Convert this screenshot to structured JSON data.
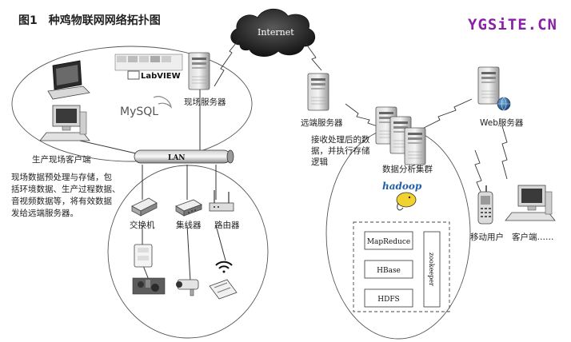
{
  "figure": {
    "title": "图1　种鸡物联网网络拓扑图"
  },
  "watermark": "YGSiTE.CN",
  "cloud": {
    "label": "Internet"
  },
  "site_server": {
    "label": "现场服务器",
    "logos": [
      "LabVIEW",
      "MySQL"
    ]
  },
  "client": {
    "label": "生产现场客户端",
    "description": [
      "现场数据预处理与存储，包",
      "括环境数据、生产过程数据、",
      "音视频数据等，将有效数据",
      "发给远端服务器。"
    ]
  },
  "lan": {
    "label": "LAN"
  },
  "devices": [
    {
      "label": "交换机"
    },
    {
      "label": "集线器"
    },
    {
      "label": "路由器"
    }
  ],
  "remote_server": {
    "label": "远端服务器",
    "description": [
      "接收处理后的数",
      "据，并执行存储",
      "逻辑"
    ]
  },
  "cluster": {
    "label": "数据分析集群",
    "logo": "hadoop",
    "stack": [
      "MapReduce",
      "HBase",
      "HDFS"
    ],
    "side": "zookeeper"
  },
  "web_server": {
    "label": "Web服务器"
  },
  "end_users": [
    {
      "label": "移动用户"
    },
    {
      "label": "客户端……"
    }
  ],
  "icons": [
    "computer-icon",
    "laptop-icon",
    "server-icon",
    "cloud-icon",
    "switch-icon",
    "hub-icon",
    "router-icon",
    "phone-icon",
    "wifi-icon",
    "camera-icon",
    "sensor-icon",
    "globe-icon"
  ]
}
